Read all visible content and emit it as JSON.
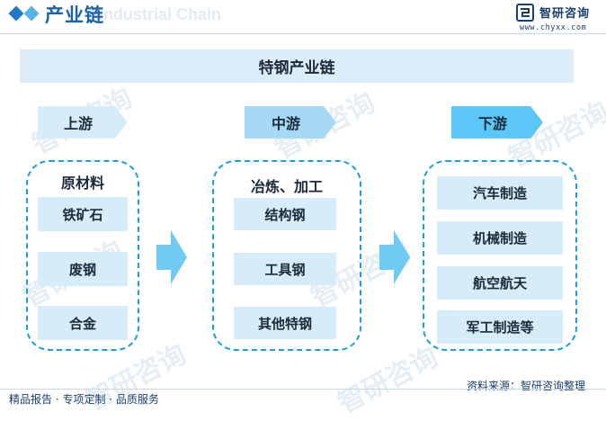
{
  "header": {
    "title": "产业链",
    "ghost_text": "Industrial Chain",
    "logo_name": "智研咨询",
    "logo_url": "www.chyxx.com"
  },
  "diagram": {
    "title": "特钢产业链",
    "stages": [
      {
        "label": "上游",
        "heading": "原材料",
        "items": [
          "铁矿石",
          "废钢",
          "合金"
        ]
      },
      {
        "label": "中游",
        "heading": "冶炼、加工",
        "items": [
          "结构钢",
          "工具钢",
          "其他特钢"
        ]
      },
      {
        "label": "下游",
        "heading": "",
        "items": [
          "汽车制造",
          "机械制造",
          "航空航天",
          "军工制造等"
        ]
      }
    ]
  },
  "watermark": "智研咨询",
  "footer": {
    "left": "精品报告 · 专项定制 · 品质服务",
    "source": "资料来源：智研咨询整理"
  },
  "colors": {
    "brand_blue": "#1a62a9",
    "light_cell": "#d6ecfa",
    "dashed_border": "#1e9ed8",
    "arrow": "#6fcaf4",
    "downstream_chevron": "#5cc6f6"
  }
}
